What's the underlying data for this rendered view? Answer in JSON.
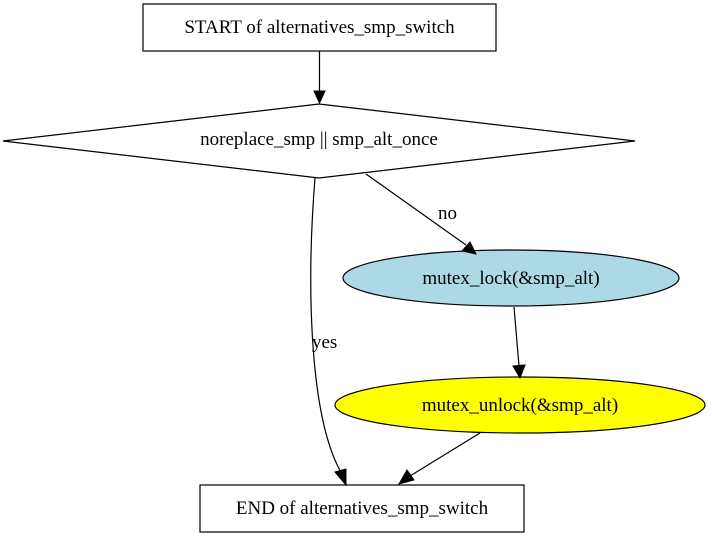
{
  "diagram": {
    "nodes": {
      "start": {
        "label": "START of alternatives_smp_switch",
        "shape": "box",
        "fill": "#ffffff"
      },
      "decision": {
        "label": "noreplace_smp || smp_alt_once",
        "shape": "diamond",
        "fill": "#ffffff"
      },
      "lock": {
        "label": "mutex_lock(&smp_alt)",
        "shape": "ellipse",
        "fill": "#add8e6"
      },
      "unlock": {
        "label": "mutex_unlock(&smp_alt)",
        "shape": "ellipse",
        "fill": "#ffff00"
      },
      "end": {
        "label": "END of alternatives_smp_switch",
        "shape": "box",
        "fill": "#ffffff"
      }
    },
    "edges": {
      "start_to_decision": {
        "from": "START of alternatives_smp_switch",
        "to": "noreplace_smp || smp_alt_once"
      },
      "decision_to_lock": {
        "from": "noreplace_smp || smp_alt_once",
        "to": "mutex_lock(&smp_alt)",
        "label": "no"
      },
      "decision_to_end": {
        "from": "noreplace_smp || smp_alt_once",
        "to": "END of alternatives_smp_switch",
        "label": "yes"
      },
      "lock_to_unlock": {
        "from": "mutex_lock(&smp_alt)",
        "to": "mutex_unlock(&smp_alt)"
      },
      "unlock_to_end": {
        "from": "mutex_unlock(&smp_alt)",
        "to": "END of alternatives_smp_switch"
      }
    }
  }
}
